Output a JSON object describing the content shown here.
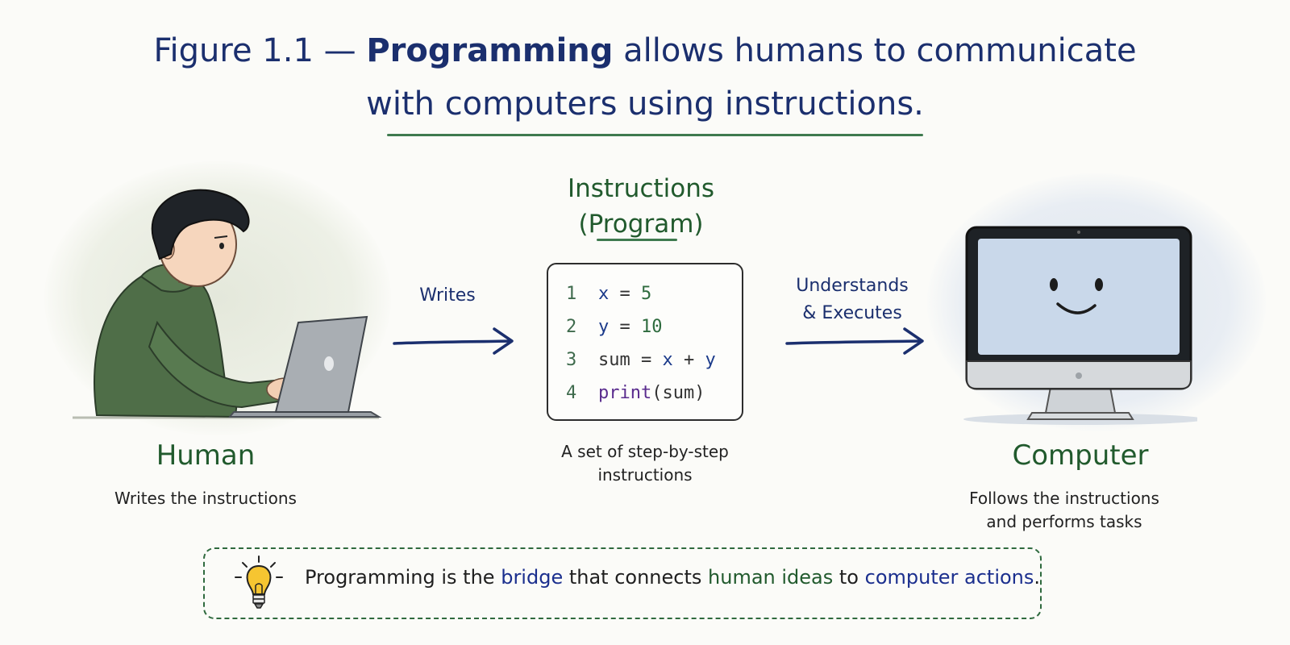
{
  "title": {
    "prefix": "Figure 1.1 — ",
    "bold": "Programming",
    "line1_rest": " allows humans to communicate",
    "line2": "with computers using instructions."
  },
  "human": {
    "label": "Human",
    "caption": "Writes the instructions"
  },
  "arrow_writes": {
    "label": "Writes"
  },
  "instructions": {
    "title_line1": "Instructions",
    "title_line2": "(Program)",
    "caption_line1": "A set of step-by-step",
    "caption_line2": "instructions",
    "code": [
      {
        "num": "1",
        "tokens": [
          {
            "t": "x",
            "c": "var"
          },
          {
            "t": " = ",
            "c": "op"
          },
          {
            "t": "5",
            "c": "num"
          }
        ]
      },
      {
        "num": "2",
        "tokens": [
          {
            "t": "y",
            "c": "var"
          },
          {
            "t": " = ",
            "c": "op"
          },
          {
            "t": "10",
            "c": "num"
          }
        ]
      },
      {
        "num": "3",
        "tokens": [
          {
            "t": "sum",
            "c": "op"
          },
          {
            "t": " = ",
            "c": "op"
          },
          {
            "t": "x",
            "c": "var"
          },
          {
            "t": " + ",
            "c": "op"
          },
          {
            "t": "y",
            "c": "var"
          }
        ]
      },
      {
        "num": "4",
        "tokens": [
          {
            "t": "print",
            "c": "kw"
          },
          {
            "t": "(sum)",
            "c": "op"
          }
        ]
      }
    ]
  },
  "arrow_executes": {
    "line1": "Understands",
    "line2": "& Executes"
  },
  "computer": {
    "label": "Computer",
    "caption_line1": "Follows the instructions",
    "caption_line2": "and performs tasks"
  },
  "callout": {
    "icon": "lightbulb-icon",
    "part1": "Programming is the ",
    "bridge": "bridge",
    "part2": " that connects ",
    "human_ideas": "human ideas",
    "part3": " to ",
    "computer_actions": "computer actions",
    "part4": "."
  },
  "colors": {
    "title_blue": "#1b2f6e",
    "label_green": "#215a2d",
    "hoodie_green": "#4f6e48",
    "screen_blue": "#c9d8ea",
    "bulb_yellow": "#f6c531"
  }
}
